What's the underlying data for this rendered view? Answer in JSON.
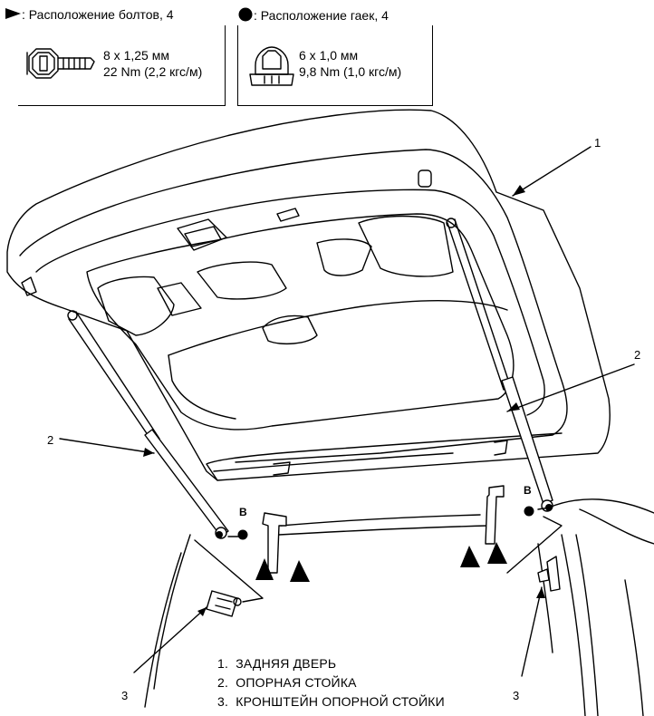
{
  "legend": {
    "bolts": {
      "title": "Расположение болтов, 4",
      "size": "8 x 1,25 мм",
      "torque": "22 Nm (2,2 кгс/м)",
      "symbol": "triangle"
    },
    "nuts": {
      "title": "Расположение гаек, 4",
      "size": "6 x 1,0 мм",
      "torque": "9,8 Nm (1,0 кгс/м)",
      "symbol": "circle"
    },
    "colon": ":"
  },
  "callouts": {
    "n1": "1",
    "n2_left": "2",
    "n2_right": "2",
    "n3_left": "3",
    "n3_right": "3",
    "b_left": "B",
    "b_right": "B"
  },
  "parts": [
    {
      "num": "1.",
      "name": "ЗАДНЯЯ ДВЕРЬ"
    },
    {
      "num": "2.",
      "name": "ОПОРНАЯ СТОЙКА"
    },
    {
      "num": "3.",
      "name": "КРОНШТЕЙН ОПОРНОЙ СТОЙКИ"
    }
  ]
}
